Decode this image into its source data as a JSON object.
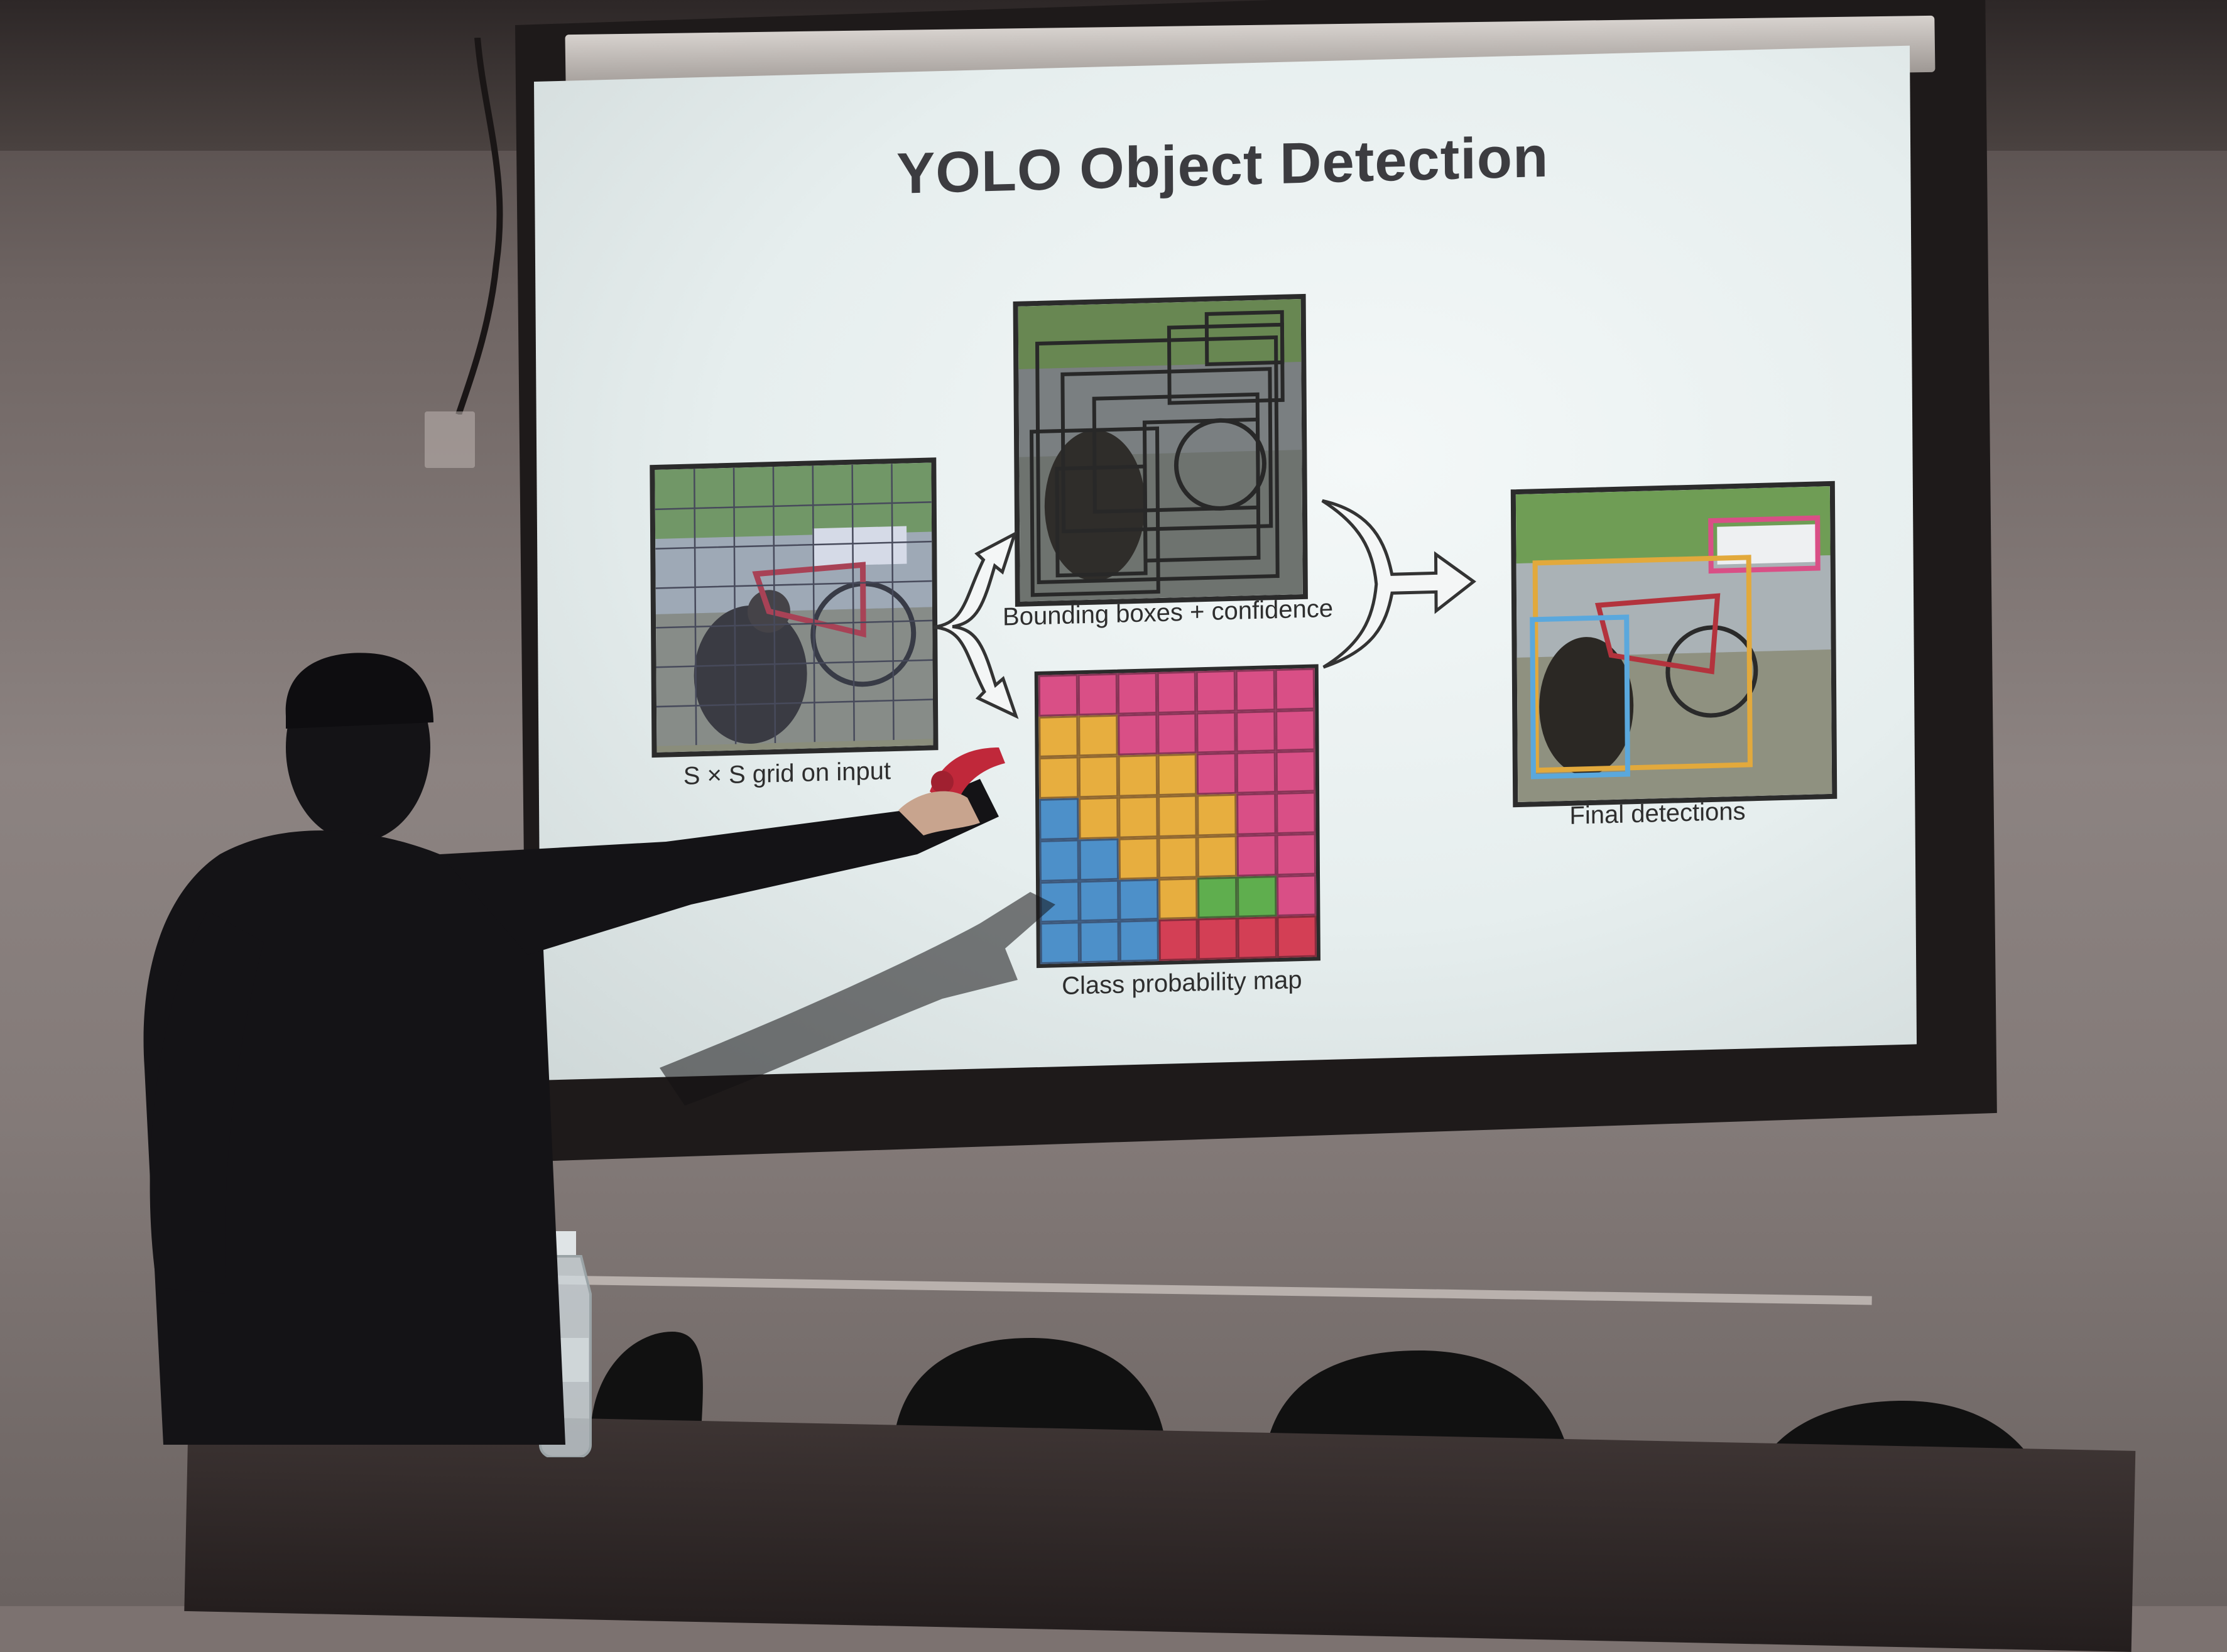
{
  "slide": {
    "title": "YOLO Object Detection",
    "captions": {
      "input": "S × S grid on input",
      "boxes": "Bounding boxes + confidence",
      "classmap": "Class probability map",
      "final": "Final detections"
    }
  },
  "class_map": {
    "rows": 7,
    "cols": 7,
    "cells": [
      "p",
      "p",
      "p",
      "p",
      "p",
      "p",
      "p",
      "y",
      "y",
      "p",
      "p",
      "p",
      "p",
      "p",
      "y",
      "y",
      "y",
      "y",
      "p",
      "p",
      "p",
      "b",
      "y",
      "y",
      "y",
      "y",
      "p",
      "p",
      "b",
      "b",
      "y",
      "y",
      "y",
      "p",
      "p",
      "b",
      "b",
      "b",
      "y",
      "g",
      "g",
      "p",
      "b",
      "b",
      "b",
      "r",
      "r",
      "r",
      "r"
    ],
    "palette": {
      "p": "#d94f86",
      "y": "#e7ae3f",
      "b": "#4d90c9",
      "g": "#5fae4e",
      "r": "#d33f55"
    }
  },
  "detection_colors": {
    "dog": "#5aa8dd",
    "bicycle": "#e2a93c",
    "car": "#d94f86"
  }
}
